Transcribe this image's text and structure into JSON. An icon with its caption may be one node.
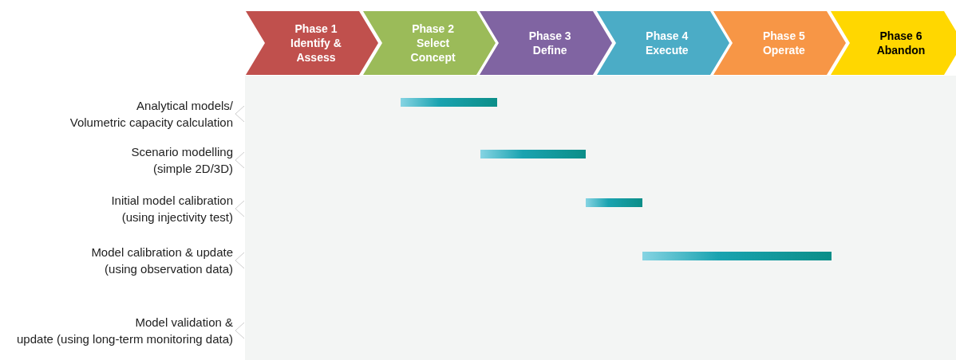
{
  "diagram": {
    "nodes": [
      {
        "text": [
          "Phase 1 Identify & Assess"
        ]
      },
      {
        "text": [
          "Phase 2 Select Concept"
        ]
      },
      {
        "text": [
          "Phase 3 Define"
        ]
      },
      {
        "text": [
          "Phase 4 Execute"
        ]
      },
      {
        "text": [
          "Phase 5 Operate"
        ]
      },
      {
        "text": [
          "Phase 6 Abandon"
        ]
      },
      {
        "text": [],
        "shape": "bar"
      },
      {
        "text": [],
        "shape": "bar"
      },
      {
        "text": [],
        "shape": "bar"
      },
      {
        "text": [],
        "shape": "bar"
      }
    ],
    "labels": [
      "Analytical models/ Volumetric capacity calculation",
      "Scenario modelling (simple 2D/3D)",
      "Initial model calibration (using injectivity test)",
      "Model calibration & update (using observation data)",
      "Model validation & update (using long-term monitoring data)"
    ]
  }
}
